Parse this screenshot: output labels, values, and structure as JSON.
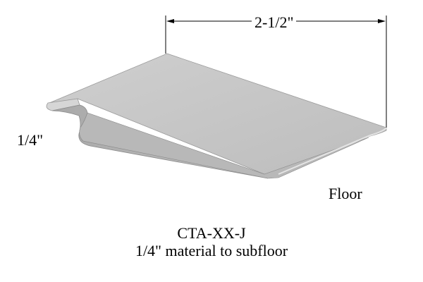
{
  "diagram": {
    "dimension_width": "2-1/2\"",
    "dimension_height": "1/4\"",
    "floor_label": "Floor",
    "product_code": "CTA-XX-J",
    "description": "1/4\" material to subfloor"
  },
  "colors": {
    "top_surface": "#c8c8c8",
    "front_face": "#b5b5b5",
    "edge_highlight": "#e2e2e2",
    "outline": "#8a8a8a",
    "dimension_line": "#000000"
  }
}
